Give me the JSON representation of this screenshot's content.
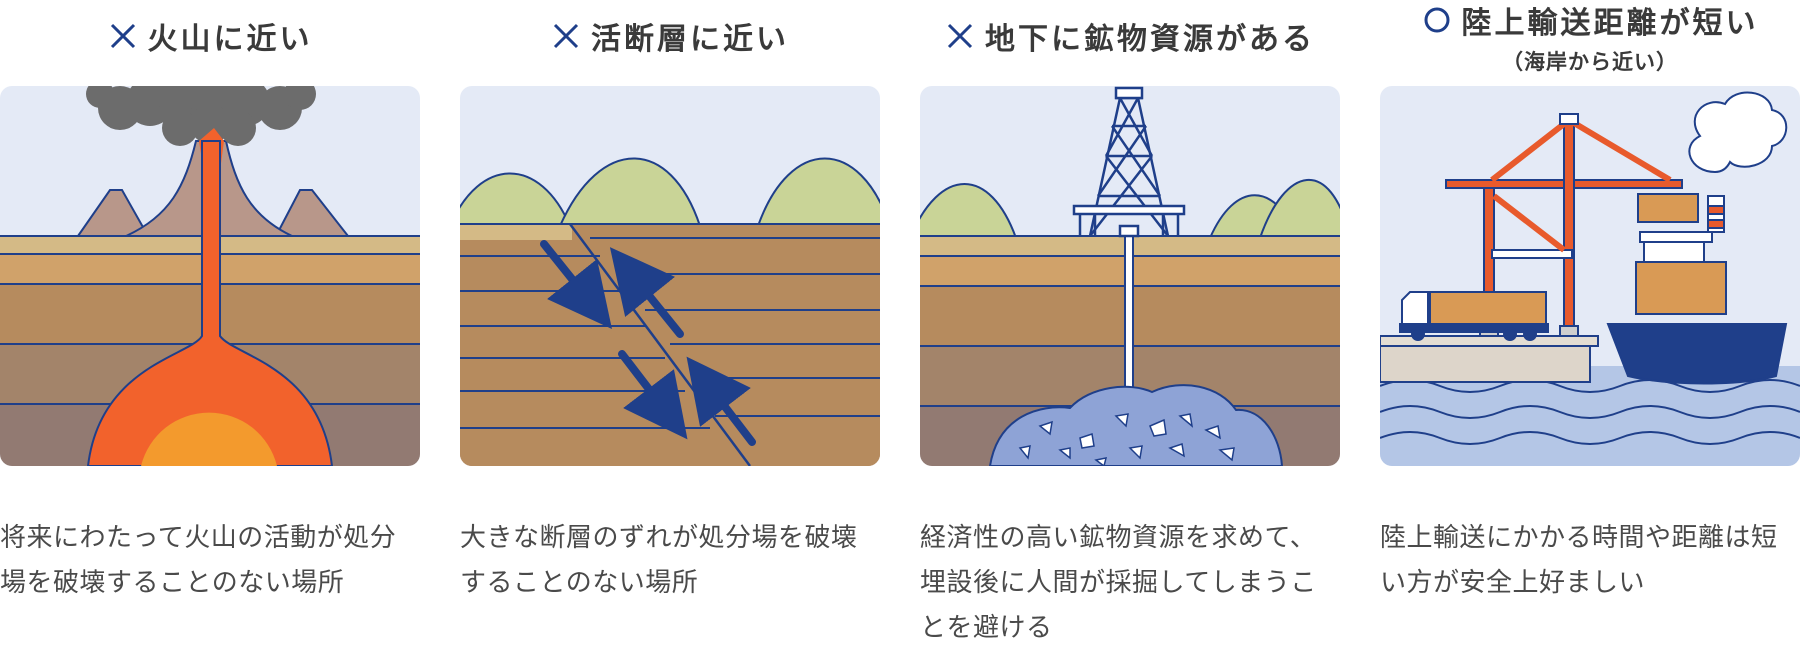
{
  "colors": {
    "sky": "#e4eaf6",
    "outline": "#1f3f8a",
    "magma": "#f2622c",
    "magma_core": "#f39a2d",
    "smoke": "#6c6c6c",
    "hill": "#c9d497",
    "arrow": "#1f3f8a",
    "ore": "#8ea3d6",
    "crane": "#e85a2c",
    "container": "#d99a55",
    "ship": "#1f3f8a",
    "sea": "#b4c6e6"
  },
  "cards": [
    {
      "id": "volcano",
      "mark": "×",
      "mark_icon": "cross-icon",
      "title": "火山に近い",
      "subtitle": "",
      "description": "将来にわたって火山の活動が処分場を破壊することのない場所"
    },
    {
      "id": "fault",
      "mark": "×",
      "mark_icon": "cross-icon",
      "title": "活断層に近い",
      "subtitle": "",
      "description": "大きな断層のずれが処分場を破壊することのない場所"
    },
    {
      "id": "mineral",
      "mark": "×",
      "mark_icon": "cross-icon",
      "title": "地下に鉱物資源がある",
      "subtitle": "",
      "description": "経済性の高い鉱物資源を求めて、埋設後に人間が採掘してしまうことを避ける"
    },
    {
      "id": "coast",
      "mark": "○",
      "mark_icon": "circle-icon",
      "title": "陸上輸送距離が短い",
      "subtitle": "（海岸から近い）",
      "description": "陸上輸送にかかる時間や距離は短い方が安全上好ましい"
    }
  ]
}
